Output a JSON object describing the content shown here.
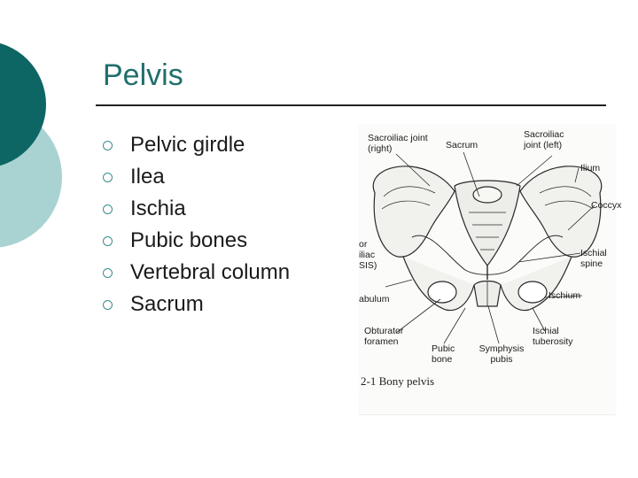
{
  "slide": {
    "title": "Pelvis",
    "bullets": [
      "Pelvic girdle",
      "Ilea",
      "Ischia",
      "Pubic bones",
      "Vertebral column",
      "Sacrum"
    ]
  },
  "figure": {
    "labels": {
      "sacroiliac_right": "Sacroiliac joint (right)",
      "sacrum": "Sacrum",
      "sacroiliac_left": "Sacroiliac joint (left)",
      "ilium": "Ilium",
      "coccyx": "Coccyx",
      "iliac_partial": "or iliac SIS)",
      "ischial_spine": "Ischial spine",
      "acetabulum_partial": "abulum",
      "ischium": "Ischium",
      "obturator_foramen": "Obturator foramen",
      "pubic_bone": "Pubic bone",
      "symphysis_pubis": "Symphysis pubis",
      "ischial_tuberosity": "Ischial tuberosity"
    },
    "caption": "2-1 Bony pelvis"
  },
  "colors": {
    "title": "#1f6f6c",
    "bullet_mark": "#3a8f8a",
    "deco_dark": "#0d6663",
    "deco_light": "#a9d3d2"
  }
}
